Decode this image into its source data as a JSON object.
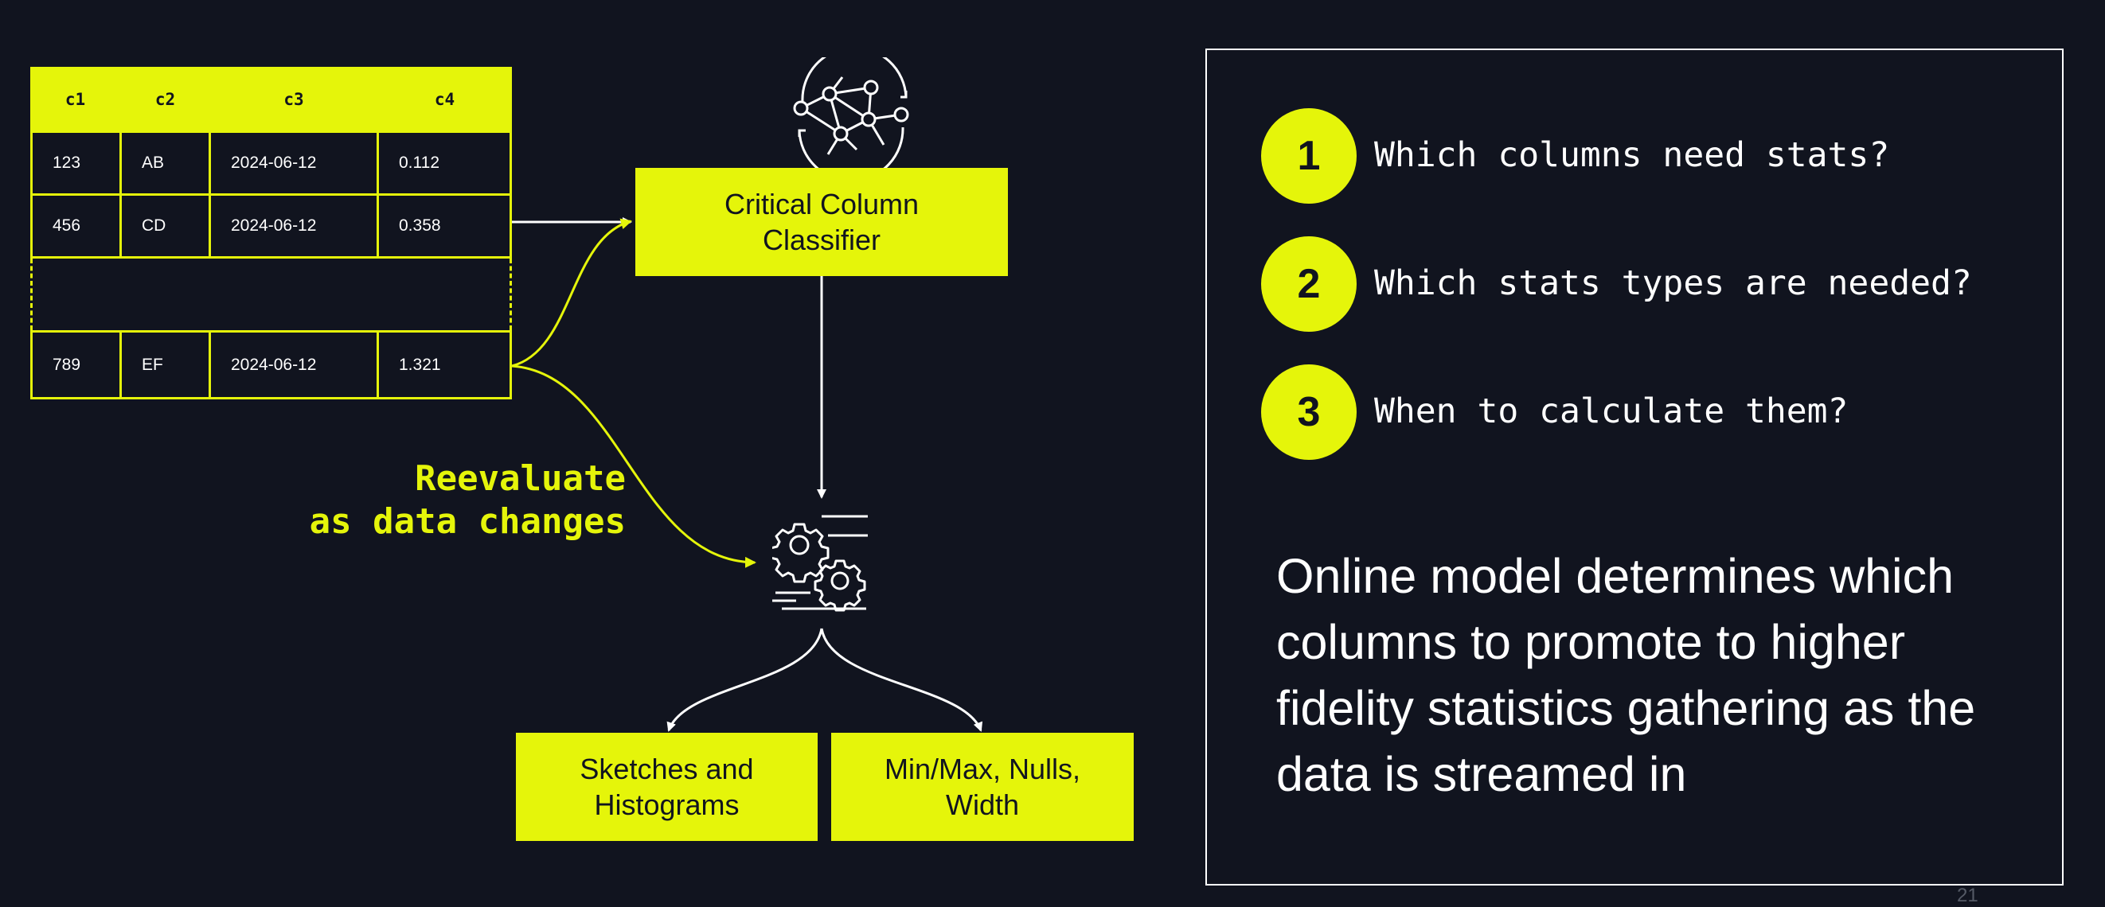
{
  "table": {
    "headers": [
      "c1",
      "c2",
      "c3",
      "c4"
    ],
    "rows": [
      [
        "123",
        "AB",
        "2024-06-12",
        "0.112"
      ],
      [
        "456",
        "CD",
        "2024-06-12",
        "0.358"
      ],
      [
        "789",
        "EF",
        "2024-06-12",
        "1.321"
      ]
    ]
  },
  "diagram": {
    "classifier_label": "Critical Column\nClassifier",
    "reevaluate_label": "Reevaluate\nas data changes",
    "output_left_label": "Sketches and\nHistograms",
    "output_right_label": "Min/Max, Nulls,\nWidth",
    "icons": [
      "neural-network-cycle-icon",
      "gears-icon"
    ]
  },
  "panel": {
    "questions": [
      {
        "num": "1",
        "text": "Which columns need stats?"
      },
      {
        "num": "2",
        "text": "Which stats types are needed?"
      },
      {
        "num": "3",
        "text": "When to calculate them?"
      }
    ],
    "description": "Online model determines which columns to promote to higher fidelity statistics gathering as the data is streamed in"
  },
  "page_number": "21",
  "colors": {
    "background": "#11141f",
    "accent": "#e5f50a",
    "text": "#ffffff"
  }
}
